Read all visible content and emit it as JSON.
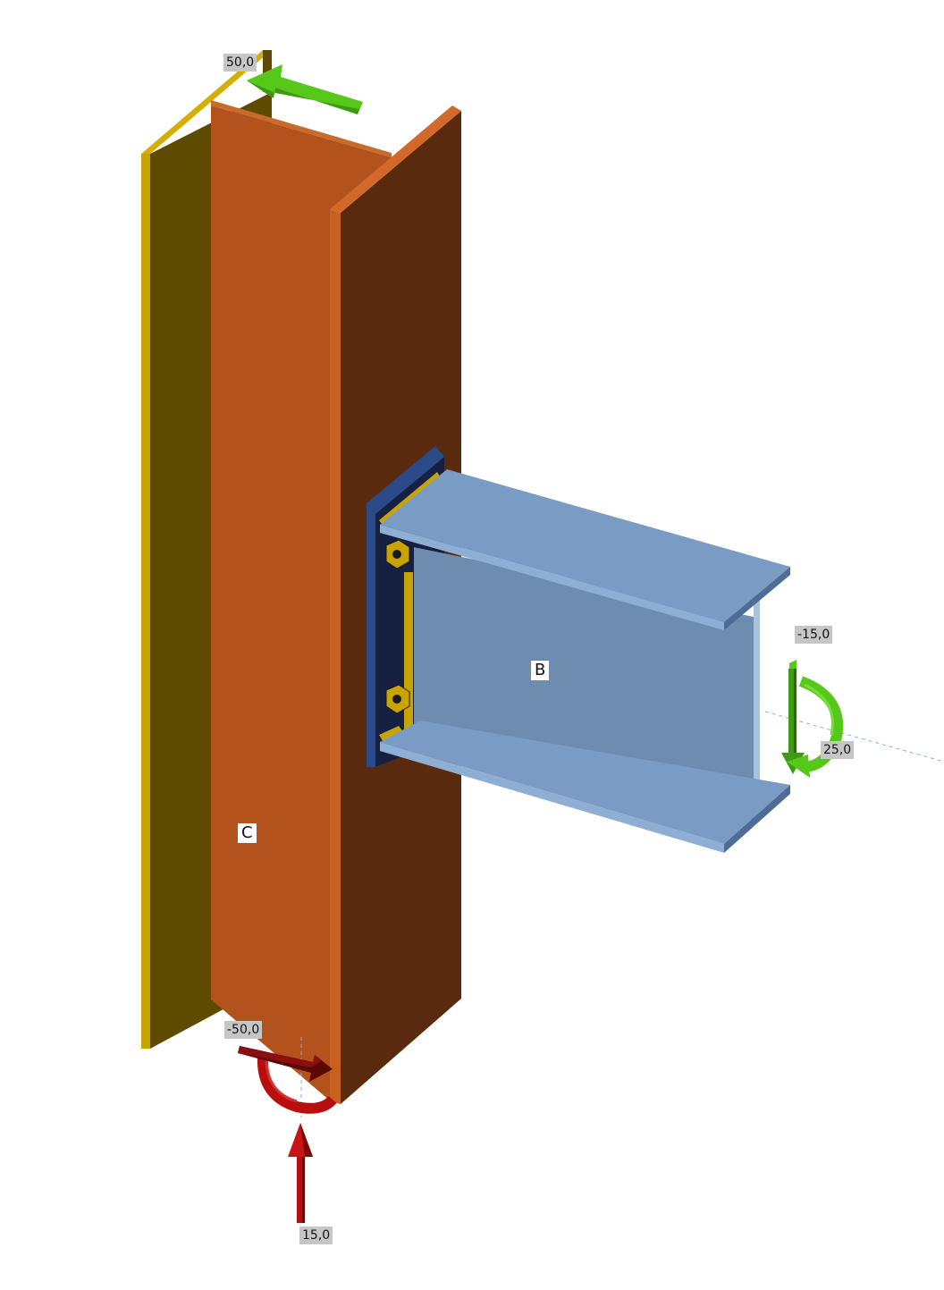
{
  "members": {
    "column_label": "C",
    "beam_label": "B"
  },
  "loads": {
    "top_force": "50,0",
    "bottom_moment": "-50,0",
    "bottom_force": "15,0",
    "beam_moment_y": "-15,0",
    "beam_moment_z": "25,0"
  },
  "colors": {
    "column_web": "#B3521C",
    "column_flange": "#5A2A0E",
    "column_flange_edge": "#C8601E",
    "column_back_flange": "#5E4B00",
    "column_back_edge": "#C9A400",
    "beam_flange": "#7A9BC4",
    "beam_web": "#6E8BB0",
    "end_plate": "#162040",
    "end_plate_edge": "#2B4A8A",
    "weld": "#C9A400",
    "load_green": "#55C81A",
    "load_dark_green": "#3E9A12",
    "load_red": "#B80E0E",
    "load_dark_red": "#5A0808",
    "label_bg": "#C6C6C6"
  }
}
